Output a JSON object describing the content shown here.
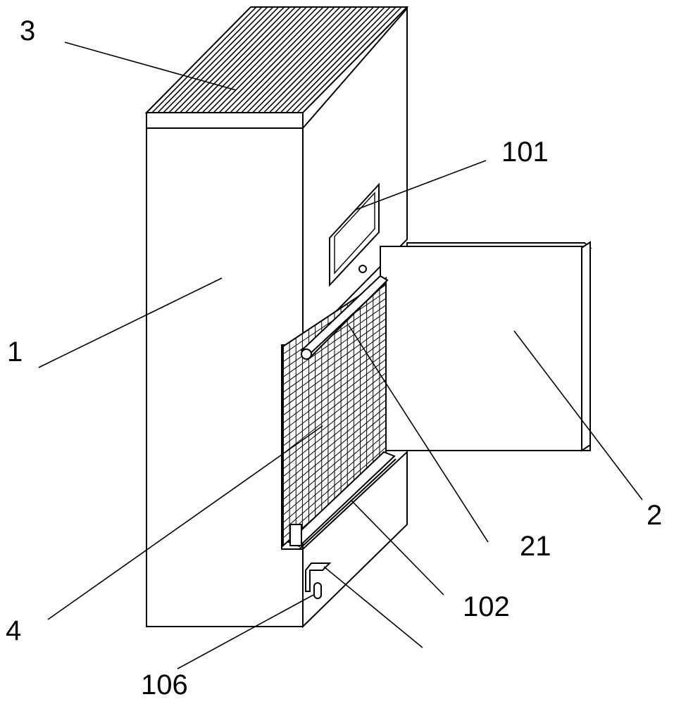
{
  "labels": {
    "l3": "3",
    "l101": "101",
    "l1": "1",
    "l2": "2",
    "l21": "21",
    "l102": "102",
    "l4": "4",
    "l106": "106"
  }
}
